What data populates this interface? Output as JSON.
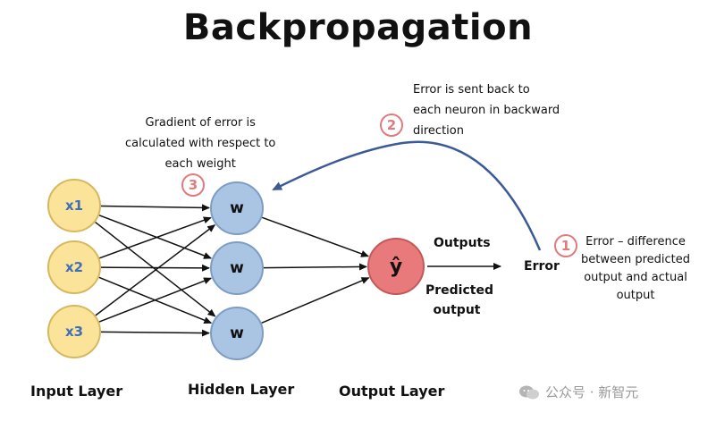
{
  "title": "Backpropagation",
  "inputs": [
    "x1",
    "x2",
    "x3"
  ],
  "hidden": [
    "w",
    "w",
    "w"
  ],
  "output": "ŷ",
  "layers": {
    "input": "Input Layer",
    "hidden": "Hidden Layer",
    "output": "Output Layer"
  },
  "labels": {
    "outputs": "Outputs",
    "predicted_line1": "Predicted",
    "predicted_line2": "output",
    "error": "Error"
  },
  "steps": [
    {
      "num": "1",
      "lines": [
        "Error – difference",
        "between predicted",
        "output and actual",
        "output"
      ]
    },
    {
      "num": "2",
      "lines": [
        "Error is sent back to",
        "each neuron in backward",
        "direction"
      ]
    },
    {
      "num": "3",
      "lines": [
        "Gradient of error is",
        "calculated with respect to",
        "each weight"
      ]
    }
  ],
  "watermark": "公众号 · 新智元",
  "colors": {
    "input_node": "#fbe49a",
    "hidden_node": "#aac4e3",
    "output_node": "#e97a7c",
    "badge": "#e07b7d",
    "back_arrow": "#3c5a96"
  }
}
